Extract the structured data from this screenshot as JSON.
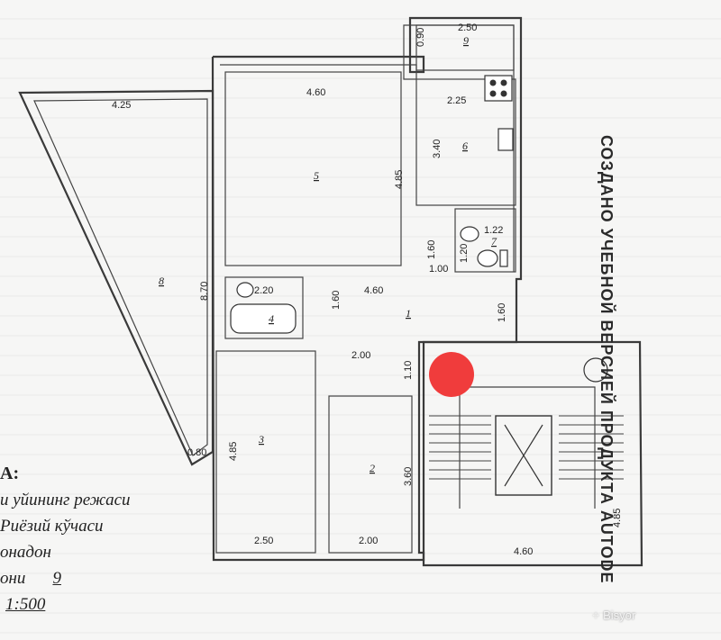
{
  "plan": {
    "rooms": {
      "r1": "1",
      "r2": "2",
      "r3": "3",
      "r4": "4",
      "r5": "5",
      "r6": "6",
      "r7": "7",
      "r8": "8",
      "r9": "9"
    },
    "dimensions": {
      "d_250_top": "2.50",
      "d_090": "0.90",
      "d_460_r5": "4.60",
      "d_425": "4.25",
      "d_225": "2.25",
      "d_340": "3.40",
      "d_485_r5": "4.85",
      "d_122": "1.22",
      "d_160_r7": "1.60",
      "d_120": "1.20",
      "d_100": "1.00",
      "d_870": "8.70",
      "d_220": "2.20",
      "d_160_bath": "1.60",
      "d_460_hall": "4.60",
      "d_160_hall": "1.60",
      "d_200_hall": "2.00",
      "d_110": "1.10",
      "d_360": "3.60",
      "d_485_r3": "4.85",
      "d_080": "0.80",
      "d_250_r3": "2.50",
      "d_200_r2": "2.00",
      "d_460_stair": "4.60",
      "d_485_stair": "4.85"
    }
  },
  "legend": {
    "sheet_label": "А:",
    "line1": "и уйининг режаси",
    "line2": "Риёзий кўчаси",
    "line3": "онадон",
    "line4_prefix": "они",
    "line4_value": "9",
    "scale": "1:500"
  },
  "watermark": "СОЗДАНО УЧЕБНОЙ ВЕРСИЕЙ ПРОДУКТА AUTODE",
  "brand": {
    "logo": "⁘",
    "name": "Bisyor"
  }
}
